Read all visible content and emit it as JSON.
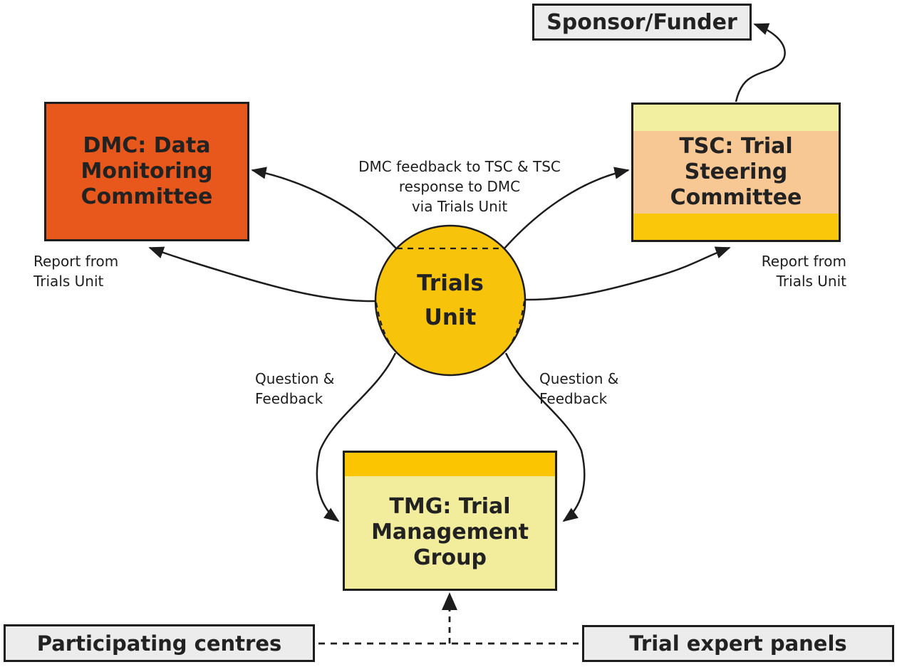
{
  "diagram": {
    "nodes": {
      "sponsor": {
        "label": "Sponsor/Funder"
      },
      "dmc": {
        "lines": [
          "DMC: Data",
          "Monitoring",
          "Committee"
        ]
      },
      "tsc": {
        "lines": [
          "TSC: Trial",
          "Steering",
          "Committee"
        ]
      },
      "trials_unit": {
        "lines": [
          "Trials",
          "Unit"
        ]
      },
      "tmg": {
        "lines": [
          "TMG: Trial",
          "Management",
          "Group"
        ]
      },
      "participating_centres": {
        "label": "Participating centres"
      },
      "trial_expert_panels": {
        "label": "Trial expert panels"
      }
    },
    "edge_labels": {
      "dmc_tsc_feedback": {
        "lines": [
          "DMC feedback to TSC & TSC",
          "response to DMC",
          "via Trials Unit"
        ]
      },
      "report_left": {
        "lines": [
          "Report from",
          "Trials Unit"
        ]
      },
      "report_right": {
        "lines": [
          "Report from",
          "Trials Unit"
        ]
      },
      "question_feedback_left": {
        "lines": [
          "Question &",
          "Feedback"
        ]
      },
      "question_feedback_right": {
        "lines": [
          "Question &",
          "Feedback"
        ]
      }
    },
    "colors": {
      "dmc_fill": "#E8581C",
      "trials_unit_fill": "#F8C40B",
      "tsc_top_stripe": "#F2EFA0",
      "tsc_middle": "#F7C794",
      "tsc_bottom_stripe": "#FBC70B",
      "tmg_top_stripe": "#FCC502",
      "tmg_body": "#F1ED9D",
      "plain_box_fill": "#ECECEC",
      "line_color": "#1D1D1D"
    }
  }
}
